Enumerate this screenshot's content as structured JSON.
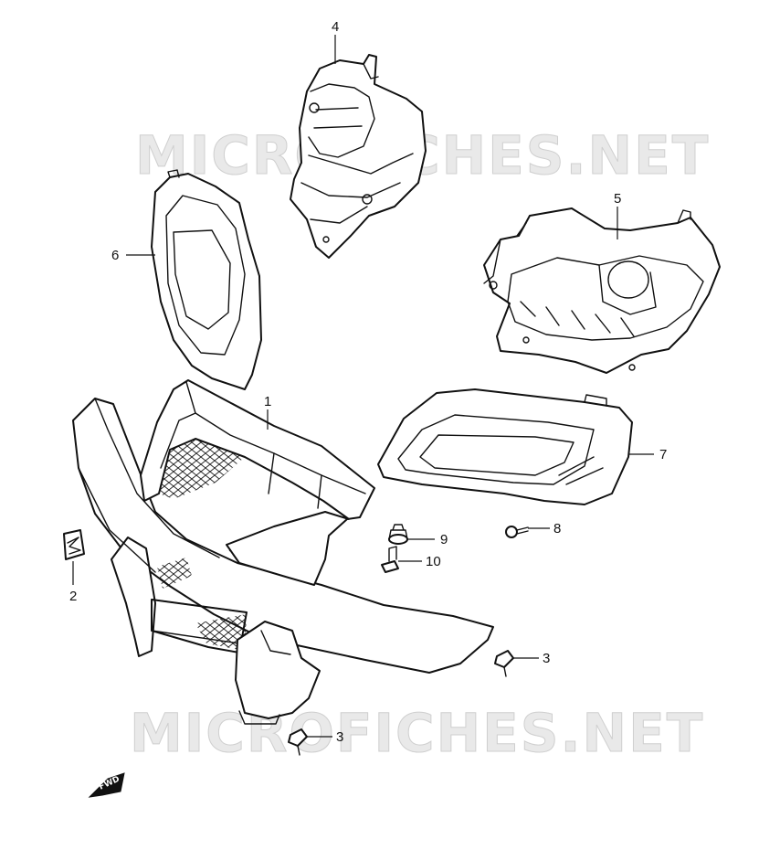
{
  "watermark": {
    "text_top": "MICROFICHES.NET",
    "text_bottom": "MICROFICHES.NET"
  },
  "fwd_badge": {
    "label": "FWD"
  },
  "callouts": [
    {
      "id": "c1",
      "label": "1"
    },
    {
      "id": "c2",
      "label": "2"
    },
    {
      "id": "c3a",
      "label": "3"
    },
    {
      "id": "c3b",
      "label": "3"
    },
    {
      "id": "c4",
      "label": "4"
    },
    {
      "id": "c5",
      "label": "5"
    },
    {
      "id": "c6",
      "label": "6"
    },
    {
      "id": "c7",
      "label": "7"
    },
    {
      "id": "c8",
      "label": "8"
    },
    {
      "id": "c9",
      "label": "9"
    },
    {
      "id": "c10",
      "label": "10"
    }
  ]
}
